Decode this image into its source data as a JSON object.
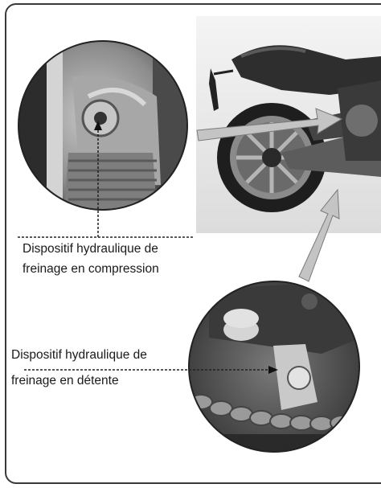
{
  "figure": {
    "compression_label": {
      "line1": "Dispositif hydraulique de",
      "line2": "freinage en compression"
    },
    "rebound_label": {
      "line1": "Dispositif hydraulique de",
      "line2": "freinage en détente"
    }
  },
  "colors": {
    "border": "#3a3a3a",
    "arrow_fill": "#c8c8c8",
    "photo_bg": "#9a9a9a"
  }
}
